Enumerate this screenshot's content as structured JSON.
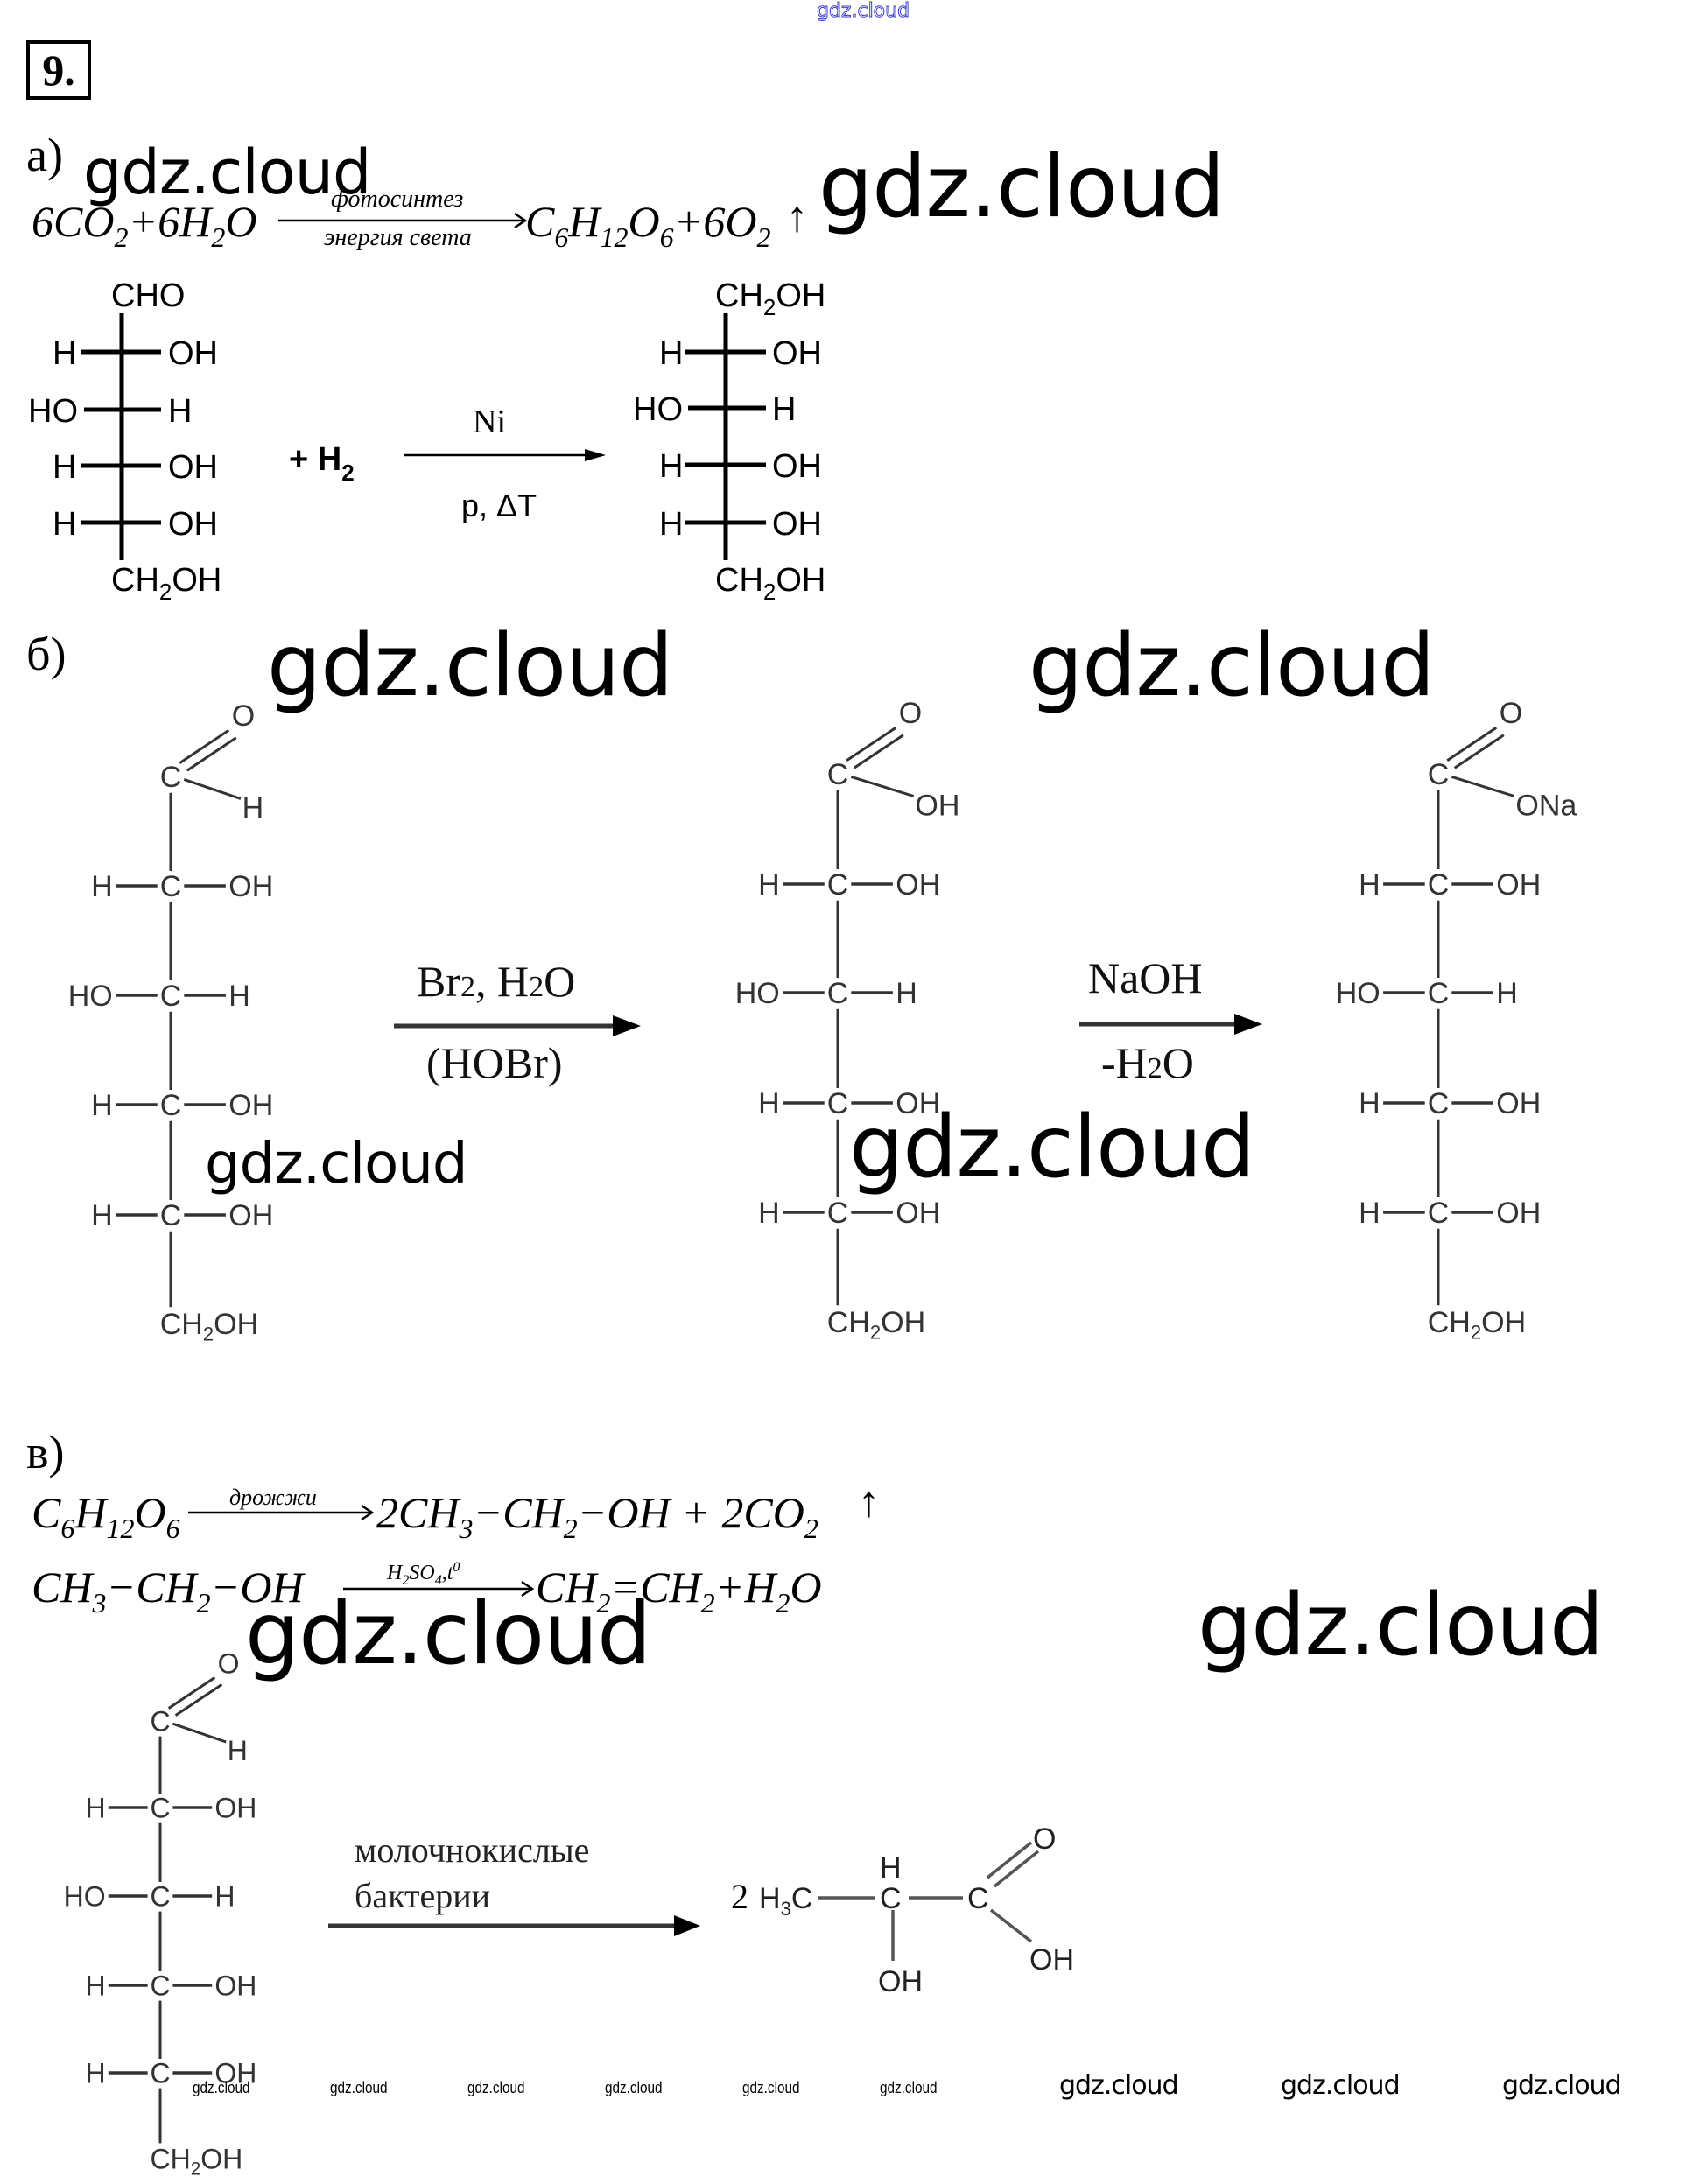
{
  "watermark": {
    "text": "gdz.cloud",
    "top_color": "#3a3ad0"
  },
  "problem": {
    "number": "9.",
    "parts": {
      "a": {
        "label": "а)",
        "photosynthesis": {
          "reactants": [
            "6CO",
            "2",
            "+6H",
            "2",
            "O"
          ],
          "condition_top": "фотосинтез",
          "condition_bottom": "энергия света",
          "products": [
            "C",
            "6",
            "H",
            "12",
            "O",
            "6",
            "+6O",
            "2"
          ],
          "gas_arrow": "↑"
        },
        "hydrogenation": {
          "reactant": {
            "top": "CHO",
            "rows": [
              [
                "H",
                "OH"
              ],
              [
                "HO",
                "H"
              ],
              [
                "H",
                "OH"
              ],
              [
                "H",
                "OH"
              ]
            ],
            "bottom": "CH2OH"
          },
          "reagent": "+ H",
          "reagent_sub": "2",
          "catalyst": "Ni",
          "conditions": "p, ΔT",
          "product": {
            "top": "CH2OH",
            "rows": [
              [
                "H",
                "OH"
              ],
              [
                "HO",
                "H"
              ],
              [
                "H",
                "OH"
              ],
              [
                "H",
                "OH"
              ]
            ],
            "bottom": "CH2OH"
          }
        }
      },
      "b": {
        "label": "б)",
        "structures": [
          {
            "top_group": "H",
            "rows": [
              [
                "H",
                "OH"
              ],
              [
                "HO",
                "H"
              ],
              [
                "H",
                "OH"
              ],
              [
                "H",
                "OH"
              ]
            ],
            "bottom": "CH2OH"
          },
          {
            "top_group": "OH",
            "rows": [
              [
                "H",
                "OH"
              ],
              [
                "HO",
                "H"
              ],
              [
                "H",
                "OH"
              ],
              [
                "H",
                "OH"
              ]
            ],
            "bottom": "CH2OH"
          },
          {
            "top_group": "ONa",
            "rows": [
              [
                "H",
                "OH"
              ],
              [
                "HO",
                "H"
              ],
              [
                "H",
                "OH"
              ],
              [
                "H",
                "OH"
              ]
            ],
            "bottom": "CH2OH"
          }
        ],
        "arrow1": {
          "top": "Br2, H2O",
          "bottom": "(HOBr)"
        },
        "arrow2": {
          "top": "NaOH",
          "bottom": "-H2O"
        }
      },
      "c": {
        "label": "в)",
        "fermentation": {
          "reactant": [
            "C",
            "6",
            "H",
            "12",
            "O",
            "6"
          ],
          "condition": "дрожжи",
          "product": [
            "2CH",
            "3",
            "−CH",
            "2",
            "−OH + 2CO",
            "2"
          ],
          "gas_arrow": "↑"
        },
        "dehydration": {
          "reactant": [
            "CH",
            "3",
            "−CH",
            "2",
            "−OH"
          ],
          "condition": "H2SO4, t0",
          "product": [
            "CH",
            "2",
            "=CH",
            "2",
            "+H",
            "2",
            "O"
          ]
        },
        "lactic": {
          "reactant": {
            "rows": [
              [
                "H",
                "OH"
              ],
              [
                "HO",
                "H"
              ],
              [
                "H",
                "OH"
              ],
              [
                "H",
                "OH"
              ]
            ],
            "bottom": "CH2OH"
          },
          "condition_line1": "молочнокислые",
          "condition_line2": "бактерии",
          "coefficient": "2",
          "product_labels": {
            "ch3": "H3C",
            "h": "H",
            "oh_bottom": "OH",
            "o": "O",
            "oh_right": "OH"
          }
        }
      }
    }
  }
}
